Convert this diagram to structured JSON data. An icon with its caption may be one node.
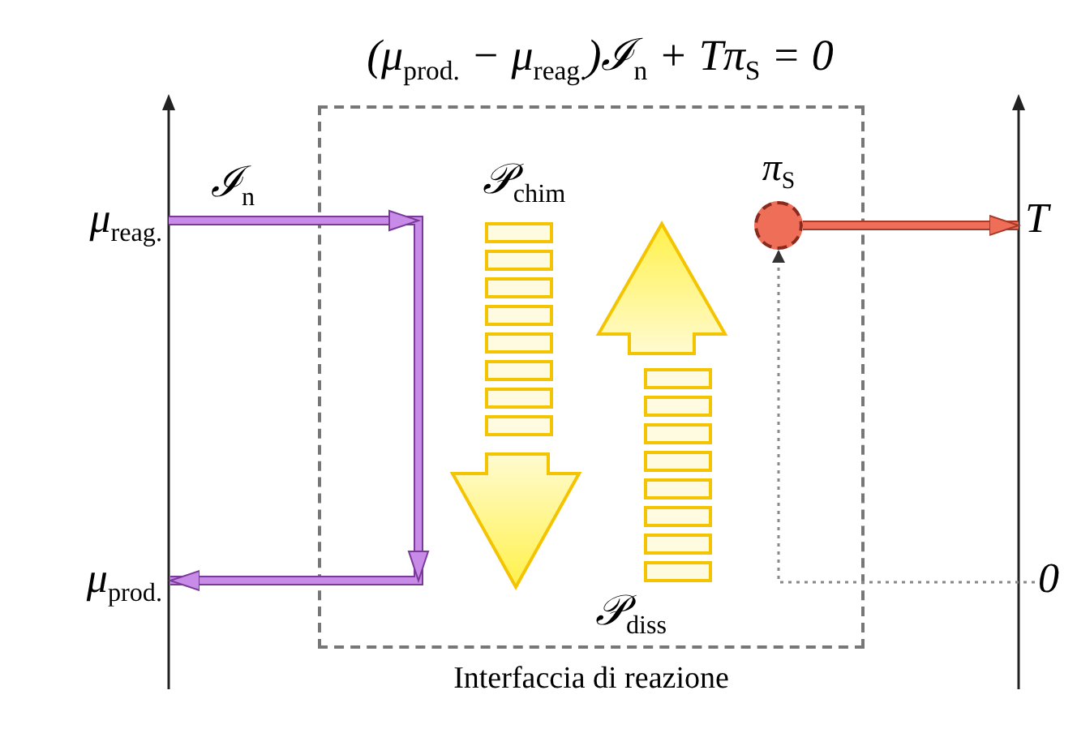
{
  "diagram": {
    "title": "(μ$_{prod.}$ − μ$_{reag.}$)ℐ$_{n}$ + Tπ$_{S}$ = 0",
    "nodes": [
      {
        "text": [
          "Interfaccia di reazione"
        ]
      },
      {
        "text": [
          "μ$_{reag.}$"
        ]
      },
      {
        "text": [
          "μ$_{prod.}$"
        ]
      },
      {
        "text": [
          "T"
        ]
      },
      {
        "text": [
          "0"
        ]
      },
      {
        "text": [],
        "shape": "circle",
        "in": 0,
        "beside": [
          "π$_{S}$"
        ]
      }
    ],
    "edges": [
      {
        "from": 1,
        "to": 2,
        "arrow": "to",
        "label": "ℐ$_{n}$",
        "color": "#c98be8"
      },
      {
        "from": 5,
        "to": 3,
        "arrow": "to",
        "color": "#ee6e58"
      },
      {
        "from": 4,
        "to": 5,
        "arrow": "to",
        "style": "dashed",
        "color": "#888888"
      }
    ],
    "labels": [
      "𝒫$_{chim}$",
      "𝒫$_{diss}$"
    ]
  }
}
